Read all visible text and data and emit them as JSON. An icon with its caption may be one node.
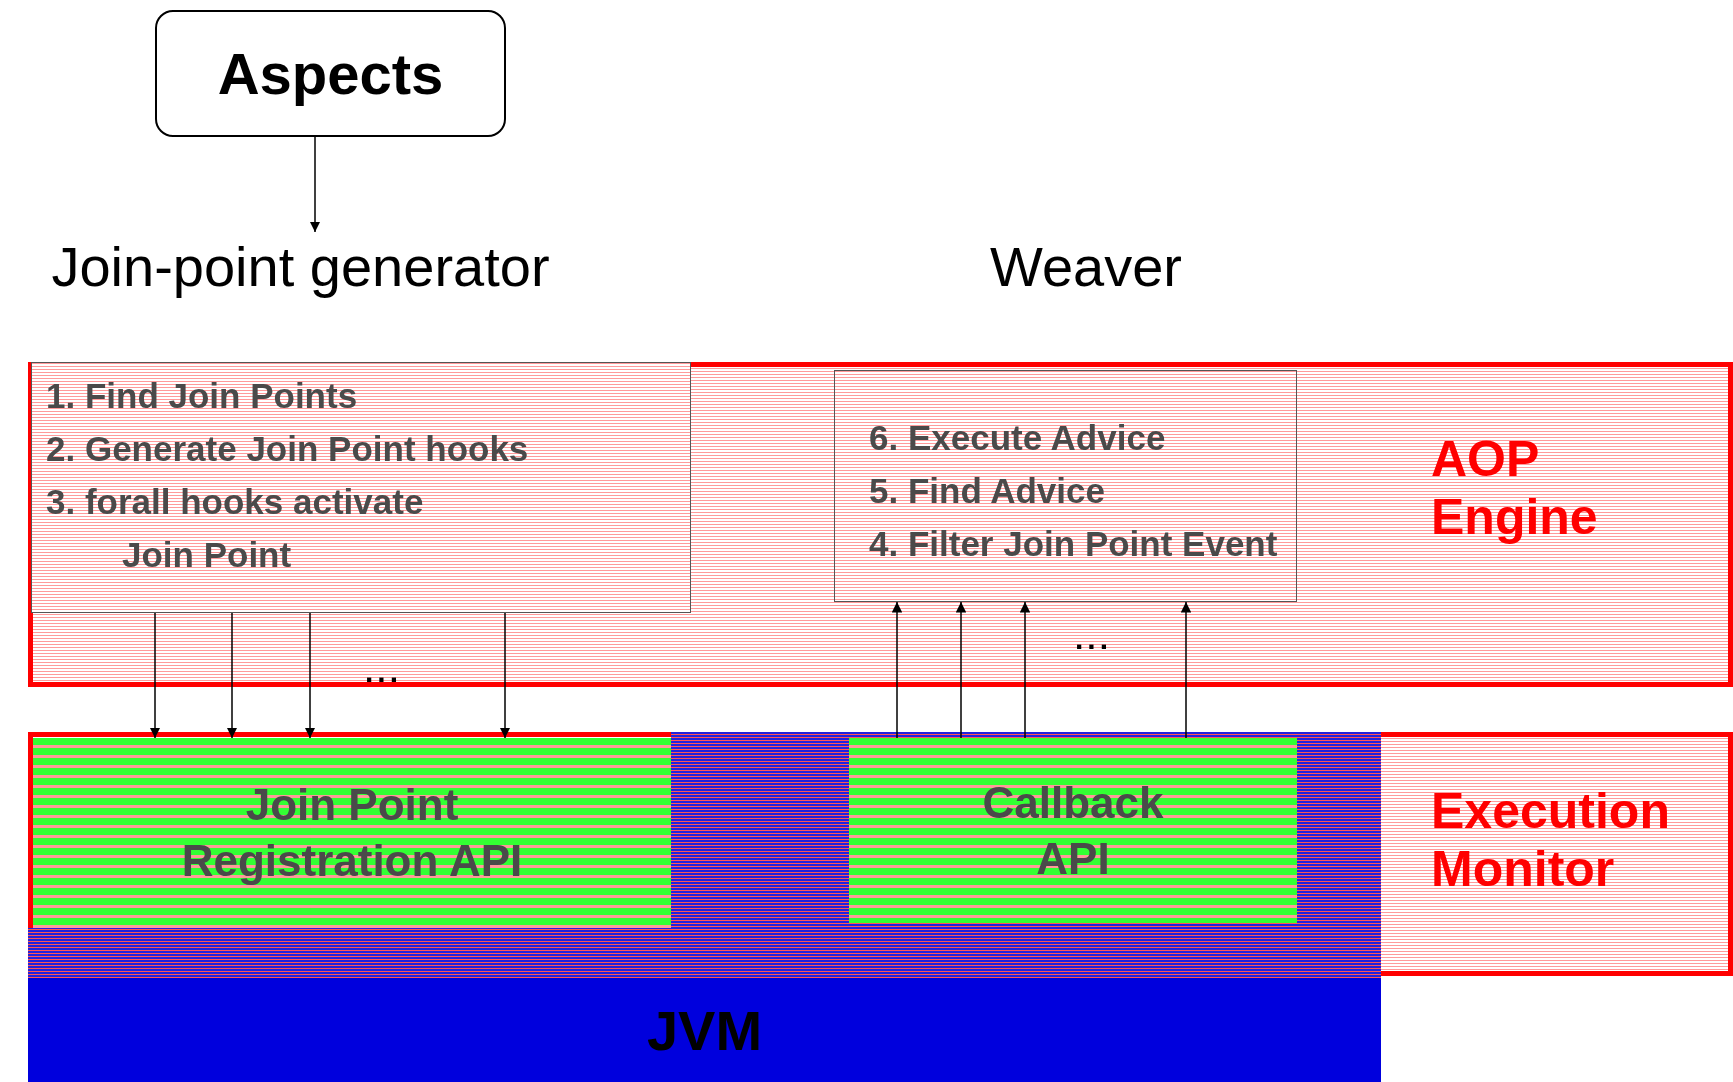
{
  "diagram": {
    "nodes": [
      {
        "text": [
          "Aspects"
        ]
      },
      {
        "text": [
          "Join-point generator"
        ]
      },
      {
        "text": [
          "Weaver"
        ]
      },
      {
        "text": [
          "AOP Engine"
        ]
      },
      {
        "text": [
          "1. Find Join Points",
          "2. Generate Join Point hooks",
          "3. forall hooks activate Join Point"
        ],
        "in": 3
      },
      {
        "text": [
          "6. Execute Advice",
          "5. Find Advice",
          "4. Filter Join Point Event"
        ],
        "in": 3
      },
      {
        "text": [
          "Execution Monitor"
        ]
      },
      {
        "text": [
          "Join Point Registration API"
        ],
        "in": 6
      },
      {
        "text": [
          "Callback API"
        ],
        "in": 6
      },
      {
        "text": [
          "JVM"
        ]
      }
    ],
    "edges": [
      {
        "from": 0,
        "to": 1,
        "arrow": "to"
      },
      {
        "from": 4,
        "to": 7,
        "arrow": "to"
      },
      {
        "from": 4,
        "to": 7,
        "arrow": "to"
      },
      {
        "from": 4,
        "to": 7,
        "arrow": "to"
      },
      {
        "from": 4,
        "to": 7,
        "arrow": "to"
      },
      {
        "from": 8,
        "to": 5,
        "arrow": "to"
      },
      {
        "from": 8,
        "to": 5,
        "arrow": "to"
      },
      {
        "from": 8,
        "to": 5,
        "arrow": "to"
      },
      {
        "from": 8,
        "to": 5,
        "arrow": "to"
      }
    ],
    "labels": [
      "...",
      "..."
    ]
  }
}
